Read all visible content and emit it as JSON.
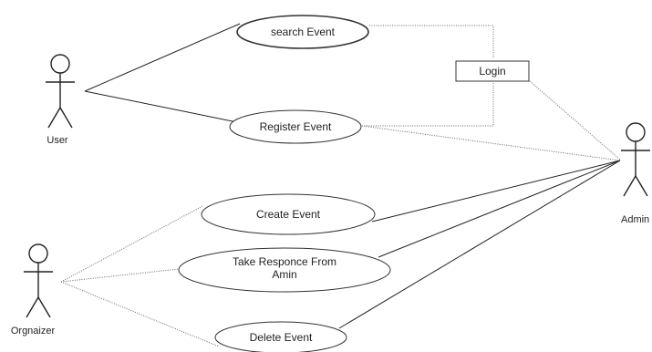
{
  "diagram": {
    "type": "use-case",
    "actors": {
      "user": {
        "label": "User",
        "icon": "stick-figure-icon"
      },
      "admin": {
        "label": "Admin",
        "icon": "stick-figure-icon"
      },
      "organizer": {
        "label": "Orgnaizer",
        "icon": "stick-figure-icon"
      }
    },
    "use_cases": {
      "search_event": {
        "label": "search Event"
      },
      "register_event": {
        "label": "Register Event"
      },
      "create_event": {
        "label": "Create Event"
      },
      "take_response": {
        "line1": "Take Responce From",
        "line2": "Amin"
      },
      "delete_event": {
        "label": "Delete Event"
      }
    },
    "login_box": {
      "label": "Login"
    },
    "connections": [
      {
        "from": "User",
        "to": "search Event",
        "style": "solid"
      },
      {
        "from": "User",
        "to": "Register Event",
        "style": "solid"
      },
      {
        "from": "search Event",
        "to": "Login",
        "style": "dotted"
      },
      {
        "from": "Register Event",
        "to": "Login",
        "style": "dotted"
      },
      {
        "from": "Login",
        "to": "Admin",
        "style": "dotted"
      },
      {
        "from": "Admin",
        "to": "Create Event",
        "style": "solid"
      },
      {
        "from": "Admin",
        "to": "Take Responce From Amin",
        "style": "solid"
      },
      {
        "from": "Admin",
        "to": "Delete Event",
        "style": "solid"
      },
      {
        "from": "Admin",
        "to": "Register Event",
        "style": "dotted"
      },
      {
        "from": "Orgnaizer",
        "to": "Create Event",
        "style": "dotted"
      },
      {
        "from": "Orgnaizer",
        "to": "Take Responce From Amin",
        "style": "dotted"
      },
      {
        "from": "Orgnaizer",
        "to": "Delete Event",
        "style": "dotted"
      }
    ],
    "colors": {
      "stroke": "#333333",
      "fill": "#ffffff",
      "text": "#222222"
    }
  }
}
